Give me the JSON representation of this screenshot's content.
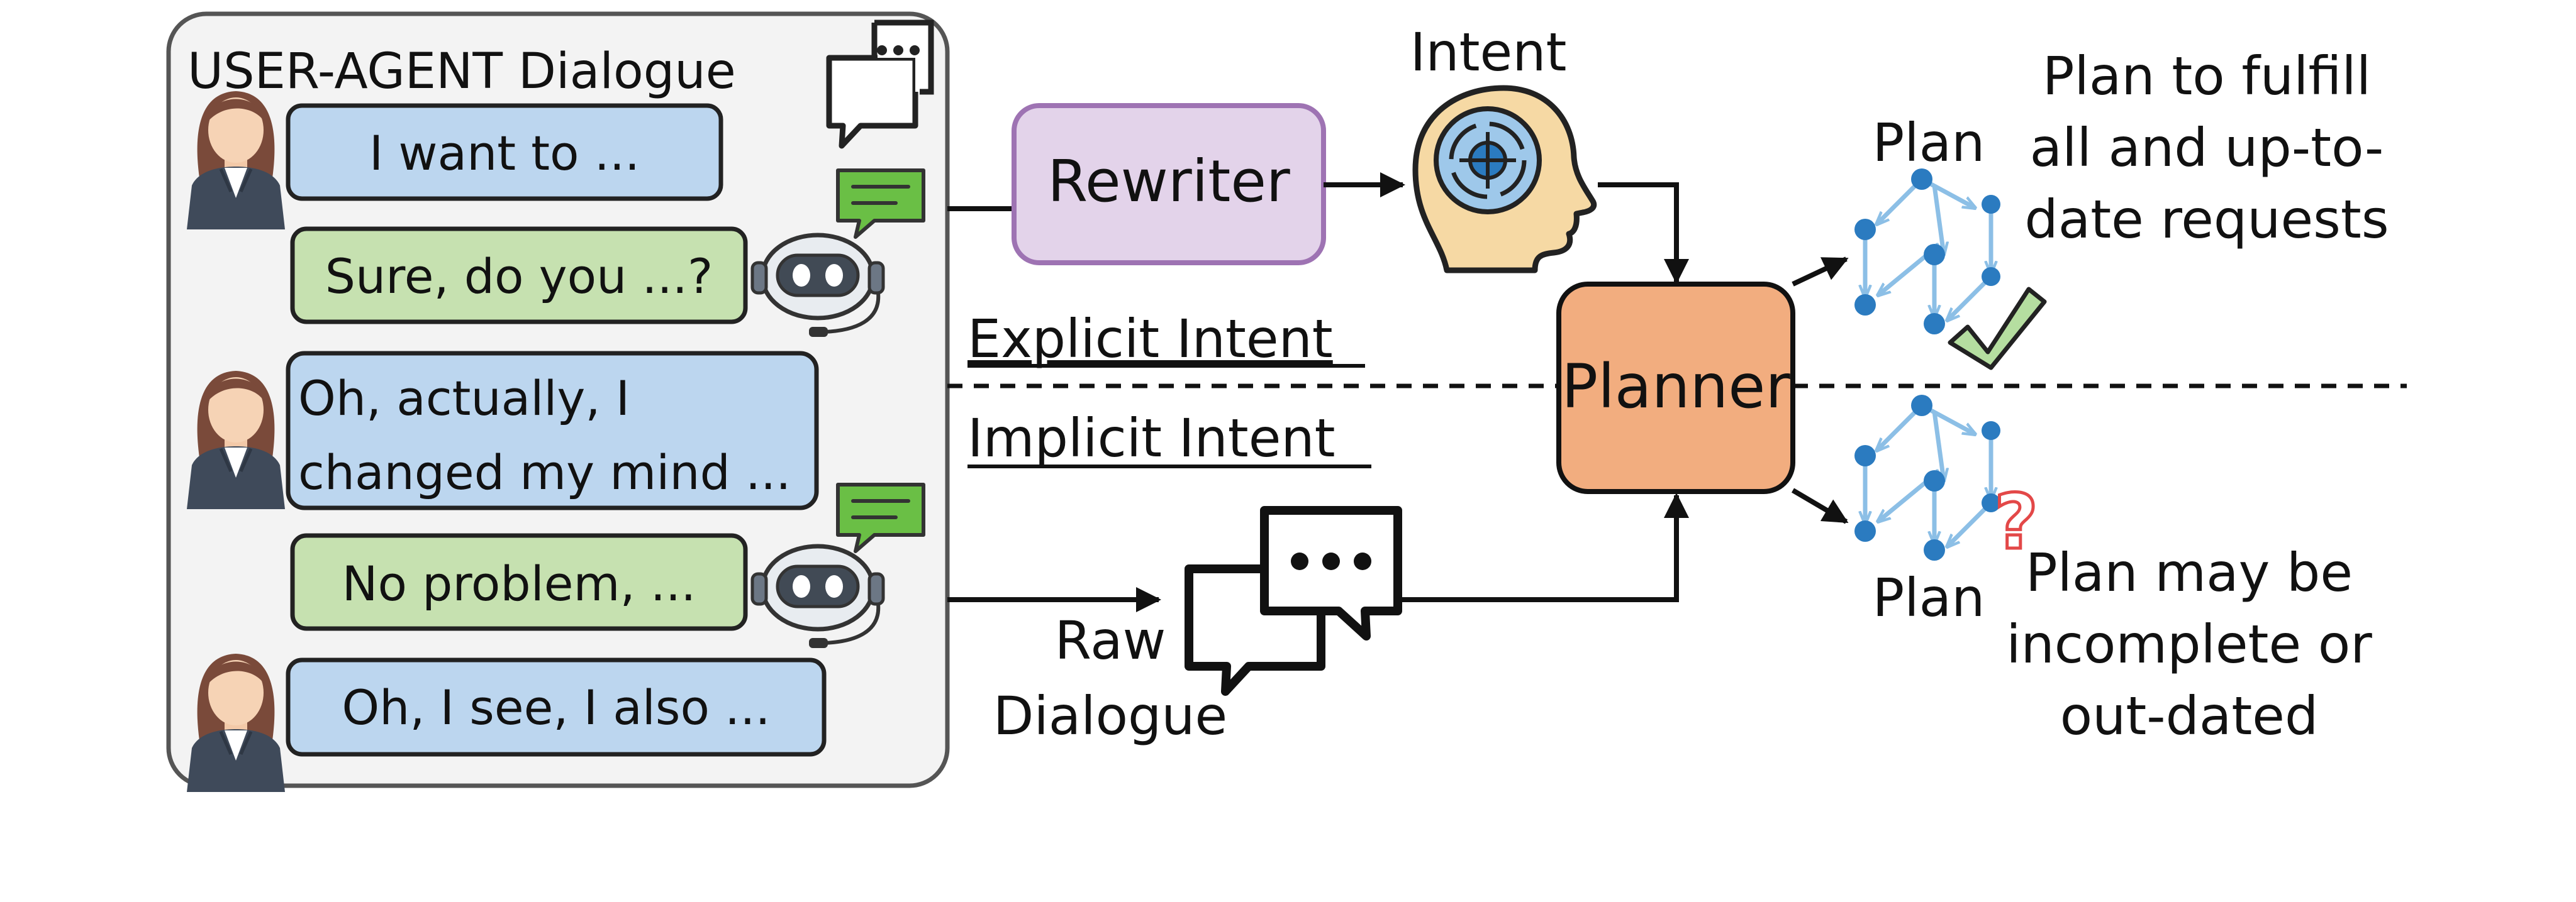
{
  "dialogue": {
    "title": "USER-AGENT Dialogue",
    "messages": [
      {
        "speaker": "user",
        "text": "I want to ..."
      },
      {
        "speaker": "agent",
        "text": "Sure, do you ...?"
      },
      {
        "speaker": "user",
        "lines": [
          "Oh, actually, I",
          "changed my mind ..."
        ]
      },
      {
        "speaker": "agent",
        "text": "No problem, ..."
      },
      {
        "speaker": "user",
        "text": "Oh, I see, I also ..."
      }
    ]
  },
  "explicit_label": "Explicit Intent",
  "implicit_label": "Implicit Intent",
  "rewriter_label": "Rewriter",
  "intent_label": "Intent",
  "raw_dialogue_lines": [
    "Raw",
    "Dialogue"
  ],
  "planner_label": "Planner",
  "plan_top_label": "Plan",
  "plan_bottom_label": "Plan",
  "good_plan_lines": [
    "Plan to fulfill",
    "all and up-to-",
    "date requests"
  ],
  "bad_plan_lines": [
    "Plan may be",
    "incomplete or",
    "out-dated"
  ],
  "colors": {
    "user_bubble": "#bcd6ef",
    "agent_bubble": "#c6e1b0",
    "rewriter": "#e3d3ea",
    "rewriter_border": "#9e73b3",
    "planner": "#f2ad7f",
    "panel": "#f3f3f3",
    "graph_node": "#2b7bc0",
    "graph_edge": "#8cbfe6",
    "check": "#b5dea0",
    "question": "#e34848",
    "chat_green": "#6abf45"
  },
  "icons": [
    "user-avatar-icon",
    "robot-agent-icon",
    "chat-bubble-icon",
    "head-target-icon",
    "raw-dialogue-chat-icon",
    "plan-graph-icon",
    "check-mark-icon",
    "question-mark-icon"
  ]
}
